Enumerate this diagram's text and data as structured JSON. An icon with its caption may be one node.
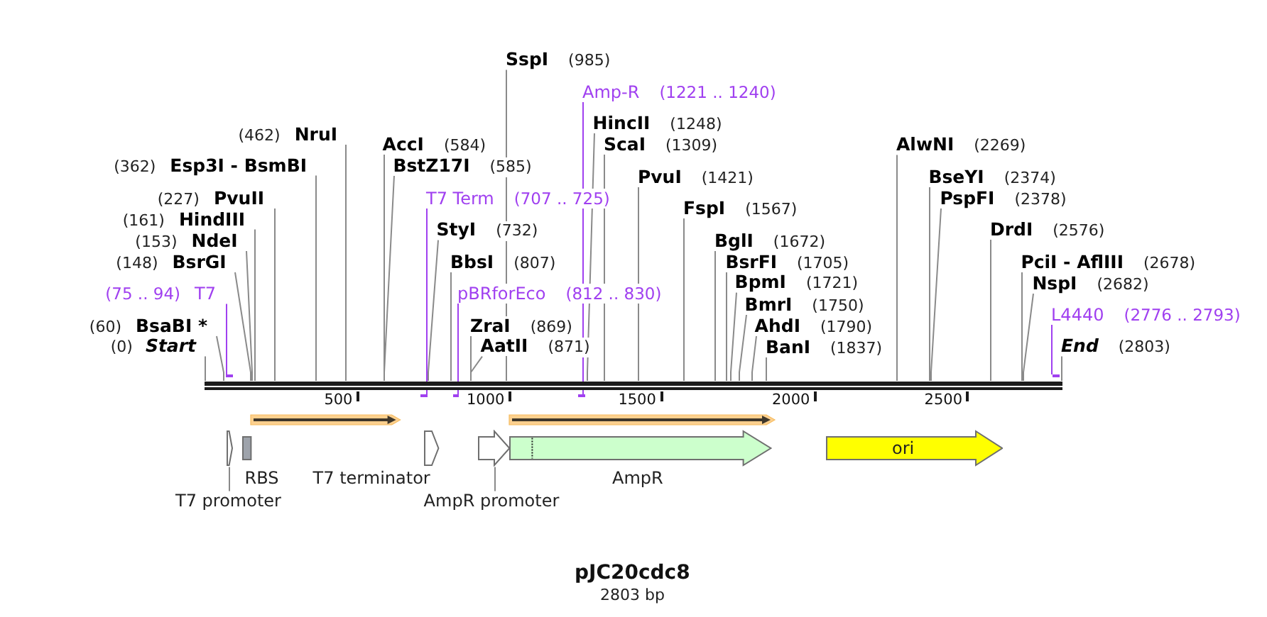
{
  "diagram": {
    "title": "pJC20cdc8",
    "caption": "2803 bp",
    "nodes": [
      {
        "text": [
          "(0)",
          "Start"
        ]
      },
      {
        "text": [
          "(60)",
          "BsaBI *"
        ]
      },
      {
        "text": [
          "(75 .. 94)",
          "T7"
        ]
      },
      {
        "text": [
          "(148)",
          "BsrGI"
        ]
      },
      {
        "text": [
          "(153)",
          "NdeI"
        ]
      },
      {
        "text": [
          "(161)",
          "HindIII"
        ]
      },
      {
        "text": [
          "(227)",
          "PvuII"
        ]
      },
      {
        "text": [
          "(362)",
          "Esp3I - BsmBI"
        ]
      },
      {
        "text": [
          "(462)",
          "NruI"
        ]
      },
      {
        "text": [
          "AccI",
          "(584)"
        ]
      },
      {
        "text": [
          "BstZ17I",
          "(585)"
        ]
      },
      {
        "text": [
          "T7 Term",
          "(707 .. 725)"
        ]
      },
      {
        "text": [
          "StyI",
          "(732)"
        ]
      },
      {
        "text": [
          "BbsI",
          "(807)"
        ]
      },
      {
        "text": [
          "pBRforEco",
          "(812 .. 830)"
        ]
      },
      {
        "text": [
          "ZraI",
          "(869)"
        ]
      },
      {
        "text": [
          "AatII",
          "(871)"
        ]
      },
      {
        "text": [
          "SspI",
          "(985)"
        ]
      },
      {
        "text": [
          "Amp-R",
          "(1221 .. 1240)"
        ]
      },
      {
        "text": [
          "HincII",
          "(1248)"
        ]
      },
      {
        "text": [
          "ScaI",
          "(1309)"
        ]
      },
      {
        "text": [
          "PvuI",
          "(1421)"
        ]
      },
      {
        "text": [
          "FspI",
          "(1567)"
        ]
      },
      {
        "text": [
          "BglI",
          "(1672)"
        ]
      },
      {
        "text": [
          "BsrFI",
          "(1705)"
        ]
      },
      {
        "text": [
          "BpmI",
          "(1721)"
        ]
      },
      {
        "text": [
          "BmrI",
          "(1750)"
        ]
      },
      {
        "text": [
          "AhdI",
          "(1790)"
        ]
      },
      {
        "text": [
          "BanI",
          "(1837)"
        ]
      },
      {
        "text": [
          "AlwNI",
          "(2269)"
        ]
      },
      {
        "text": [
          "BseYI",
          "(2374)"
        ]
      },
      {
        "text": [
          "PspFI",
          "(2378)"
        ]
      },
      {
        "text": [
          "DrdI",
          "(2576)"
        ]
      },
      {
        "text": [
          "PciI - AflIII",
          "(2678)"
        ]
      },
      {
        "text": [
          "NspI",
          "(2682)"
        ]
      },
      {
        "text": [
          "L4440",
          "(2776 .. 2793)"
        ]
      },
      {
        "text": [
          "End",
          "(2803)"
        ]
      },
      {
        "text": [],
        "shape": "bar"
      },
      {
        "text": [],
        "shape": "bar"
      },
      {
        "text": [],
        "shape": "bar"
      },
      {
        "text": [],
        "shape": "bar"
      },
      {
        "text": [],
        "shape": "bar"
      },
      {
        "text": [],
        "shape": "bar"
      },
      {
        "text": [],
        "shape": "arrow"
      },
      {
        "text": [],
        "shape": "arrow"
      },
      {
        "text": [],
        "shape": "arrow"
      },
      {
        "text": [
          "RBS"
        ]
      },
      {
        "text": [
          "T7 terminator"
        ]
      },
      {
        "text": [],
        "shape": "arrow"
      },
      {
        "text": [
          "AmpR"
        ]
      },
      {
        "text": [
          "ori"
        ]
      },
      {
        "text": [
          "T7 promoter"
        ]
      },
      {
        "text": [
          "AmpR promoter"
        ]
      }
    ],
    "edges": [
      {
        "from": 0,
        "to": 37,
        "arrow": "none"
      },
      {
        "from": 1,
        "to": 37,
        "arrow": "none"
      },
      {
        "from": 2,
        "to": 38,
        "arrow": "none",
        "color": "#a040f0"
      },
      {
        "from": 3,
        "to": 37,
        "arrow": "none"
      },
      {
        "from": 4,
        "to": 37,
        "arrow": "none"
      },
      {
        "from": 5,
        "to": 37,
        "arrow": "none"
      },
      {
        "from": 6,
        "to": 37,
        "arrow": "none"
      },
      {
        "from": 7,
        "to": 37,
        "arrow": "none"
      },
      {
        "from": 8,
        "to": 37,
        "arrow": "none"
      },
      {
        "from": 9,
        "to": 37,
        "arrow": "none"
      },
      {
        "from": 10,
        "to": 37,
        "arrow": "none"
      },
      {
        "from": 11,
        "to": 39,
        "arrow": "none",
        "color": "#a040f0"
      },
      {
        "from": 12,
        "to": 37,
        "arrow": "none"
      },
      {
        "from": 13,
        "to": 37,
        "arrow": "none"
      },
      {
        "from": 14,
        "to": 40,
        "arrow": "none",
        "color": "#a040f0"
      },
      {
        "from": 15,
        "to": 37,
        "arrow": "none"
      },
      {
        "from": 16,
        "to": 37,
        "arrow": "none"
      },
      {
        "from": 17,
        "to": 37,
        "arrow": "none"
      },
      {
        "from": 18,
        "to": 41,
        "arrow": "none",
        "color": "#a040f0"
      },
      {
        "from": 19,
        "to": 37,
        "arrow": "none"
      },
      {
        "from": 20,
        "to": 37,
        "arrow": "none"
      },
      {
        "from": 21,
        "to": 37,
        "arrow": "none"
      },
      {
        "from": 22,
        "to": 37,
        "arrow": "none"
      },
      {
        "from": 23,
        "to": 37,
        "arrow": "none"
      },
      {
        "from": 24,
        "to": 37,
        "arrow": "none"
      },
      {
        "from": 25,
        "to": 37,
        "arrow": "none"
      },
      {
        "from": 26,
        "to": 37,
        "arrow": "none"
      },
      {
        "from": 27,
        "to": 37,
        "arrow": "none"
      },
      {
        "from": 28,
        "to": 37,
        "arrow": "none"
      },
      {
        "from": 29,
        "to": 37,
        "arrow": "none"
      },
      {
        "from": 30,
        "to": 37,
        "arrow": "none"
      },
      {
        "from": 31,
        "to": 37,
        "arrow": "none"
      },
      {
        "from": 32,
        "to": 37,
        "arrow": "none"
      },
      {
        "from": 33,
        "to": 37,
        "arrow": "none"
      },
      {
        "from": 34,
        "to": 37,
        "arrow": "none"
      },
      {
        "from": 35,
        "to": 42,
        "arrow": "none",
        "color": "#a040f0"
      },
      {
        "from": 36,
        "to": 37,
        "arrow": "none"
      },
      {
        "from": 51,
        "to": 45,
        "arrow": "none"
      },
      {
        "from": 52,
        "to": 48,
        "arrow": "none"
      }
    ],
    "labels": [
      "500",
      "1000",
      "1500",
      "2000",
      "2500"
    ]
  }
}
